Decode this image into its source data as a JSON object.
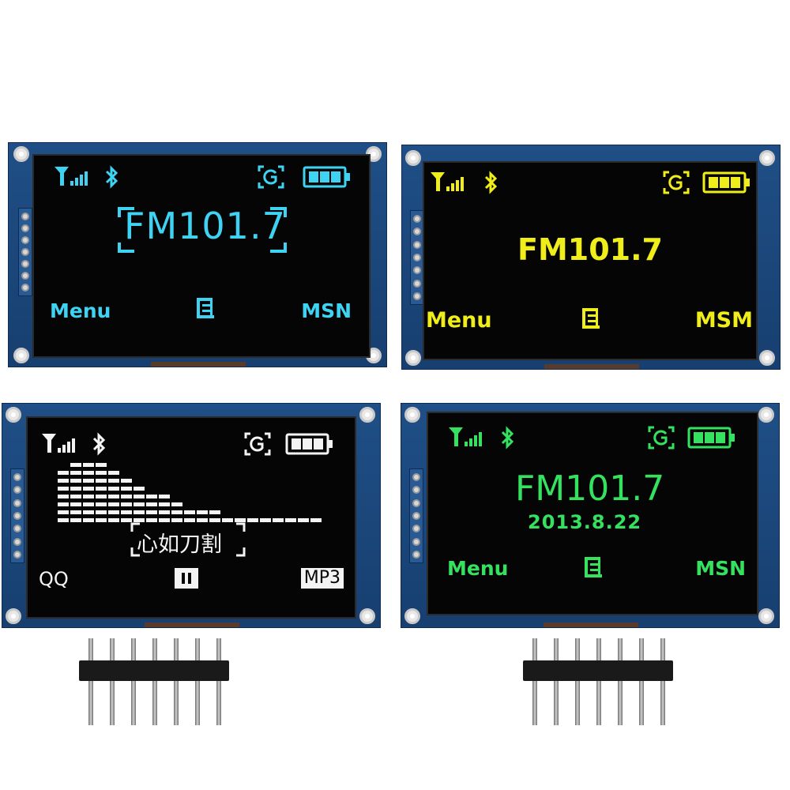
{
  "modules": [
    {
      "color": "#3ed3f2",
      "frequency": "FM101.7",
      "left_softkey": "Menu",
      "right_softkey": "MSN"
    },
    {
      "color": "#f0ee1a",
      "frequency": "FM101.7",
      "left_softkey": "Menu",
      "right_softkey": "MSM"
    },
    {
      "color": "#f4f4f4",
      "song_title": "心如刀割",
      "left_softkey": "QQ",
      "right_softkey": "MP3"
    },
    {
      "color": "#34e25f",
      "frequency": "FM101.7",
      "date": "2013.8.22",
      "left_softkey": "Menu",
      "right_softkey": "MSN"
    }
  ],
  "icons": [
    "signal-icon",
    "bluetooth-icon",
    "gps-icon",
    "battery-icon",
    "document-icon",
    "pause-icon"
  ]
}
